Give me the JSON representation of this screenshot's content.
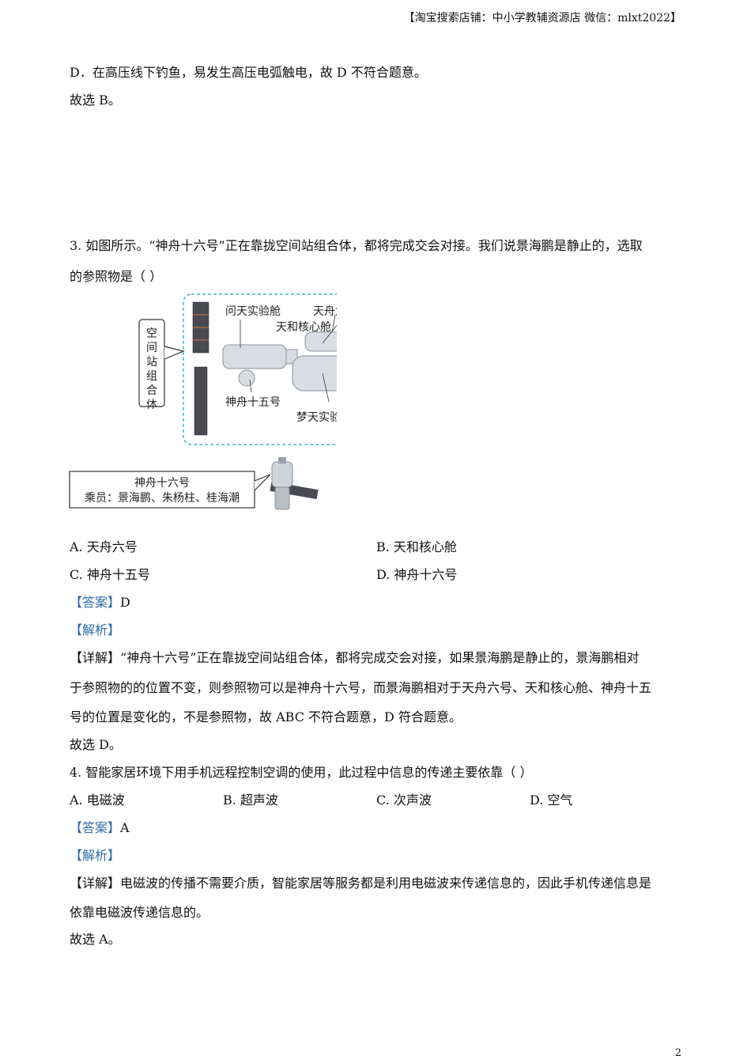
{
  "header": {
    "shop": "【淘宝搜索店铺：中小学教辅资源店  微信：mlxt2022】"
  },
  "prev": {
    "option_d": "D．在高压线下钓鱼，易发生高压电弧触电，故 D 不符合题意。",
    "conclusion": "故选 B。"
  },
  "q3": {
    "stem_line1": "3. 如图所示。“神舟十六号”正在靠拢空间站组合体，都将完成交会对接。我们说景海鹏是静止的，选取",
    "stem_line2": "的参照物是（    ）",
    "figure": {
      "group_label": "空间站组合体",
      "wentian": "问天实验舱",
      "tianzhou": "天舟六号",
      "tianhe": "天和核心舱",
      "shenzhou15": "神舟十五号",
      "mengtian": "梦天实验舱",
      "sz16_title": "神舟十六号",
      "crew": "乘员：景海鹏、朱杨柱、桂海潮"
    },
    "options": [
      "A. 天舟六号",
      "B. 天和核心舱",
      "C. 神舟十五号",
      "D. 神舟十六号"
    ],
    "answer_tag": "【答案】",
    "answer": "D",
    "analysis_tag": "【解析】",
    "detail_tag": "【详解】",
    "detail_line1": "“神舟十六号”正在靠拢空间站组合体，都将完成交会对接，如果景海鹏是静止的，景海鹏相对",
    "detail_line2": "于参照物的的位置不变，则参照物可以是神舟十六号，而景海鹏相对于天舟六号、天和核心舱、神舟十五",
    "detail_line3": "号的位置是变化的，不是参照物，故 ABC 不符合题意，D 符合题意。",
    "conclusion": "故选 D。"
  },
  "q4": {
    "stem": "4. 智能家居环境下用手机远程控制空调的使用，此过程中信息的传递主要依靠（    ）",
    "options": [
      "A. 电磁波",
      "B. 超声波",
      "C. 次声波",
      "D. 空气"
    ],
    "answer_tag": "【答案】",
    "answer": "A",
    "analysis_tag": "【解析】",
    "detail_tag": "【详解】",
    "detail_line1": "电磁波的传播不需要介质，智能家居等服务都是利用电磁波来传递信息的，因此手机传递信息是",
    "detail_line2": "依靠电磁波传递信息的。",
    "conclusion": "故选 A。"
  },
  "page_number": "2"
}
